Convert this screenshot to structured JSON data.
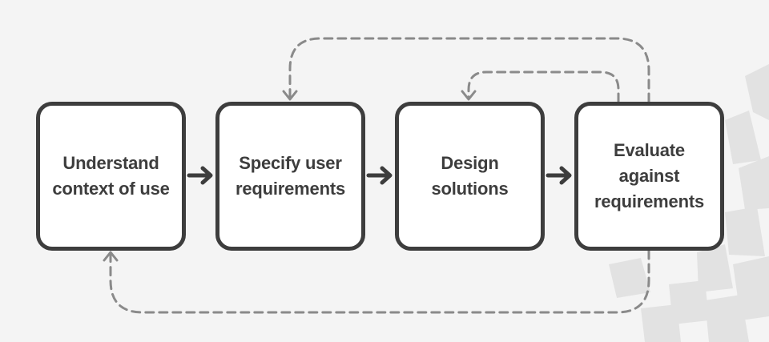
{
  "diagram": {
    "steps": [
      {
        "id": "understand",
        "label": "Understand\ncontext of use"
      },
      {
        "id": "specify",
        "label": "Specify user\nrequirements"
      },
      {
        "id": "design",
        "label": "Design\nsolutions"
      },
      {
        "id": "evaluate",
        "label": "Evaluate\nagainst\nrequirements"
      }
    ],
    "forward_arrows": [
      {
        "from": "understand",
        "to": "specify"
      },
      {
        "from": "specify",
        "to": "design"
      },
      {
        "from": "design",
        "to": "evaluate"
      }
    ],
    "feedback_loops": [
      {
        "from": "evaluate",
        "to": "design",
        "style": "dashed"
      },
      {
        "from": "evaluate",
        "to": "specify",
        "style": "dashed"
      },
      {
        "from": "evaluate",
        "to": "understand",
        "style": "dashed"
      }
    ],
    "colors": {
      "background": "#f4f4f4",
      "box_fill": "#ffffff",
      "box_border": "#3d3d3d",
      "text": "#3d3d3d",
      "solid_arrow": "#3d3d3d",
      "dashed_arrow": "#8a8a8a",
      "decoration": "#e2e2e2"
    }
  }
}
